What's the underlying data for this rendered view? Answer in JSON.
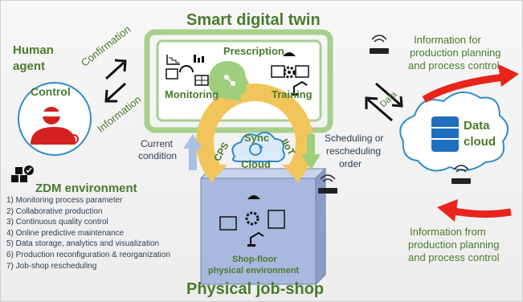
{
  "title_top": "Smart digital twin",
  "title_bottom": "Physical job-shop",
  "human": {
    "line1": "Human",
    "line2": "agent",
    "control": "Control"
  },
  "left_arrows": {
    "confirmation": "Confirmation",
    "information": "Information"
  },
  "twin": {
    "prescription": "Prescription",
    "monitoring": "Monitoring",
    "training": "Training"
  },
  "sync": {
    "sync": "Sync",
    "cps": "CPS",
    "iiot": "IIoT",
    "cloud": "Cloud"
  },
  "current_condition": {
    "line1": "Current",
    "line2": "condition"
  },
  "scheduling": {
    "line1": "Scheduling or",
    "line2": "rescheduling",
    "line3": "order"
  },
  "data_arrow": "Data",
  "data_cloud": {
    "line1": "Data",
    "line2": "cloud"
  },
  "info_top": {
    "line1": "Information for",
    "line2": "production planning",
    "line3": "and process control"
  },
  "info_bottom": {
    "line1": "Information from",
    "line2": "production planning",
    "line3": "and process control"
  },
  "zdm": {
    "title": "ZDM environment",
    "items": [
      "1) Monitoring process parameter",
      "2) Collaborative production",
      "3) Continuous quality control",
      "4) Online predictive maintenance",
      "5) Data storage, analytics and visualization",
      "6) Production reconfiguration & reorganization",
      "7) Job-shop rescheduling"
    ]
  },
  "shopfloor": {
    "line1": "Shop-floor",
    "line2": "physical environment"
  },
  "colors": {
    "green": "#4a7a2e",
    "frame_green": "#a8d08d",
    "gold": "#f2c55c",
    "red": "#e8241c",
    "blue_box": "#a9b8de"
  },
  "icons": [
    "router-icon",
    "cloud-sync-icon",
    "database-icon",
    "worker-icon",
    "robot-arm-icon",
    "gear-icon",
    "brain-icon"
  ]
}
